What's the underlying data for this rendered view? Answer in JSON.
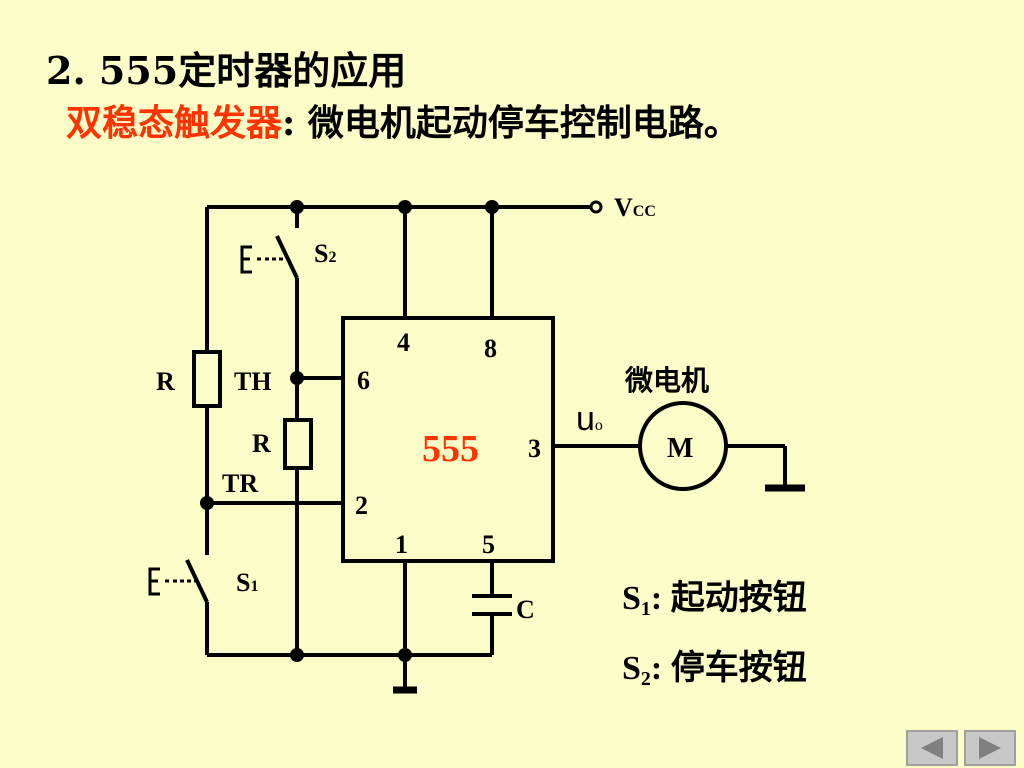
{
  "heading": {
    "number": "2.",
    "text": "555定时器的应用"
  },
  "subtitle": {
    "highlight": "双稳态触发器",
    "rest": ": 微电机起动停车控制电路。"
  },
  "diagram": {
    "vcc": "V",
    "vcc_sub": "CC",
    "s2": "S",
    "s2_sub": "2",
    "s1": "S",
    "s1_sub": "1",
    "r_left": "R",
    "r_mid": "R",
    "th": "TH",
    "tr": "TR",
    "pin4": "4",
    "pin8": "8",
    "pin6": "6",
    "pin3": "3",
    "pin2": "2",
    "pin1": "1",
    "pin5": "5",
    "chip": "555",
    "capacitor": "C",
    "motor_label": "微电机",
    "motor": "M",
    "uo": "u",
    "uo_sub": "o",
    "switch_e": "E",
    "accent": "#ff3300"
  },
  "legend": {
    "s1": "S",
    "s1_sub": "1",
    "s1_text": ": 起动按钮",
    "s2": "S",
    "s2_sub": "2",
    "s2_text": ": 停车按钮"
  },
  "nav": {
    "prev": "prev-arrow-icon",
    "next": "next-arrow-icon"
  }
}
